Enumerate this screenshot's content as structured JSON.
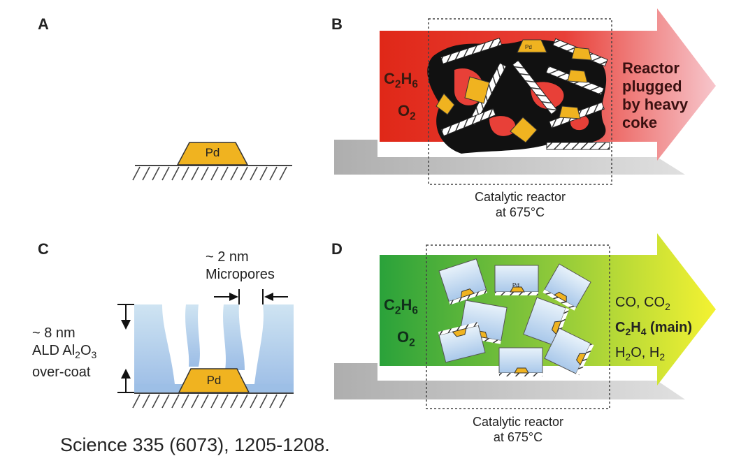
{
  "panels": {
    "a": {
      "letter": "A",
      "particle": "Pd"
    },
    "b": {
      "letter": "B",
      "inlet": [
        {
          "main": "C",
          "sub": "2",
          "main2": "H",
          "sub2": "6"
        },
        {
          "main": "O",
          "sub": "2"
        }
      ],
      "particle": "Pd",
      "outlet": [
        "Reactor",
        "plugged",
        "by heavy",
        "coke"
      ],
      "reactor_label": [
        "Catalytic reactor",
        "at 675°C"
      ]
    },
    "c": {
      "letter": "C",
      "pore_size": "~ 2 nm",
      "pore_name": "Micropores",
      "thickness": "~ 8 nm",
      "coat_line1": "ALD Al",
      "coat_sub1": "2",
      "coat_mid": "O",
      "coat_sub2": "3",
      "coat_line3": "over-coat",
      "particle": "Pd"
    },
    "d": {
      "letter": "D",
      "inlet": [
        {
          "main": "C",
          "sub": "2",
          "main2": "H",
          "sub2": "6"
        },
        {
          "main": "O",
          "sub": "2"
        }
      ],
      "particle": "Pd",
      "outlet_line1": "CO, CO",
      "outlet_line1_sub": "2",
      "outlet_line2_a": "C",
      "outlet_line2_sub1": "2",
      "outlet_line2_b": "H",
      "outlet_line2_sub2": "4",
      "outlet_line2_c": " (main)",
      "outlet_line3_a": "H",
      "outlet_line3_sub1": "2",
      "outlet_line3_b": "O, H",
      "outlet_line3_sub2": "2",
      "reactor_label": [
        "Catalytic reactor",
        "at 675°C"
      ]
    }
  },
  "citation": "Science 335 (6073), 1205-1208.",
  "colors": {
    "pd_fill": "#f0b320",
    "coke": "#111111",
    "arrow_b_start": "#e02a1a",
    "arrow_b_end": "#f5b8c0",
    "arrow_d_start": "#2faa3a",
    "arrow_d_end": "#f0f030",
    "coat_top": "#c7dff0",
    "coat_bottom": "#9dbfe6"
  },
  "icons": [
    "pd-particle-icon",
    "hatched-support-icon",
    "coked-catalyst-icon",
    "overcoated-catalyst-icon",
    "arrow-icon"
  ]
}
